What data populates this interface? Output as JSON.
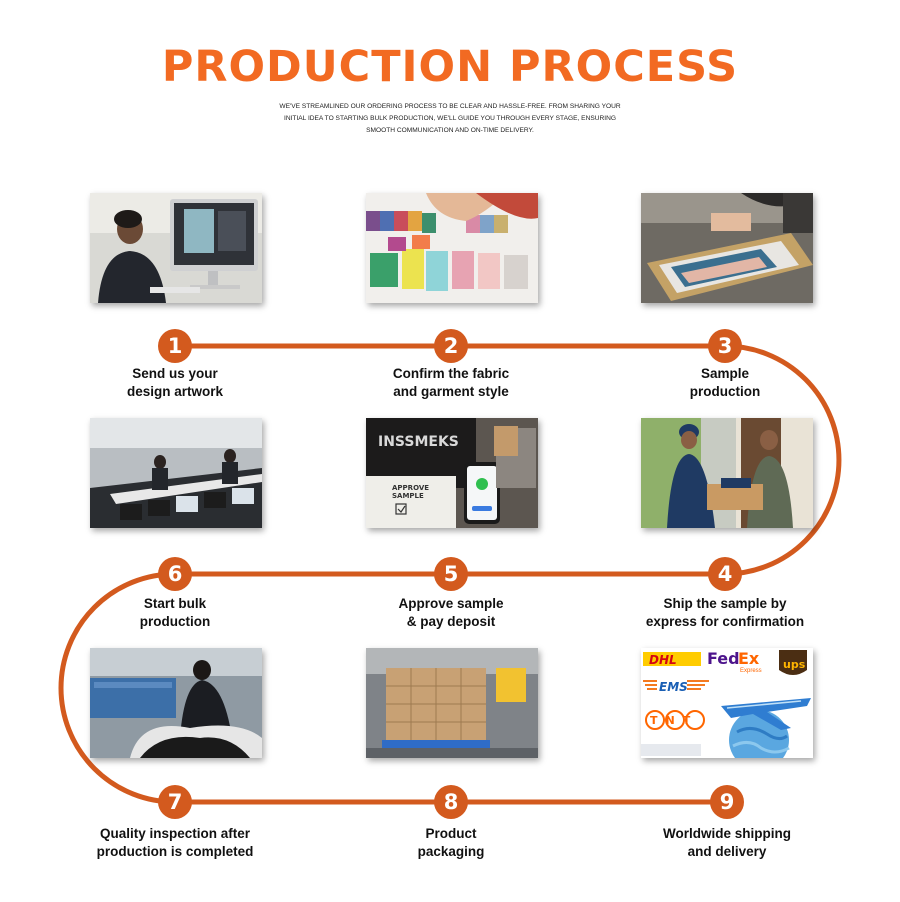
{
  "header": {
    "title": "PRODUCTION PROCESS",
    "intro": "WE'VE STREAMLINED OUR ORDERING PROCESS TO BE CLEAR AND HASSLE-FREE. FROM SHARING YOUR INITIAL IDEA TO STARTING BULK PRODUCTION, WE'LL GUIDE YOU THROUGH EVERY STAGE, ENSURING SMOOTH COMMUNICATION AND ON-TIME DELIVERY."
  },
  "colors": {
    "accent": "#f26a22",
    "path": "#d35a1e"
  },
  "steps": [
    {
      "number": "1",
      "line1": "Send us your",
      "line2": "design artwork"
    },
    {
      "number": "2",
      "line1": "Confirm the fabric",
      "line2": "and garment style"
    },
    {
      "number": "3",
      "line1": "Sample",
      "line2": "production"
    },
    {
      "number": "4",
      "line1": "Ship the sample by",
      "line2": "express for confirmation"
    },
    {
      "number": "5",
      "line1": "Approve sample",
      "line2": "& pay deposit"
    },
    {
      "number": "6",
      "line1": "Start bulk",
      "line2": "production"
    },
    {
      "number": "7",
      "line1": "Quality inspection after",
      "line2": "production is completed"
    },
    {
      "number": "8",
      "line1": "Product",
      "line2": "packaging"
    },
    {
      "number": "9",
      "line1": "Worldwide shipping",
      "line2": "and delivery"
    }
  ],
  "photos": {
    "approve_card_line1": "APPROVE",
    "approve_card_line2": "SAMPLE",
    "tshirt_print": "INSSMEKS"
  },
  "carriers": {
    "dhl": "DHL",
    "fedex_fed": "Fed",
    "fedex_ex": "Ex",
    "fedex_sub": "Express",
    "ups": "ups",
    "ems": "EMS",
    "tnt": "TNT"
  }
}
